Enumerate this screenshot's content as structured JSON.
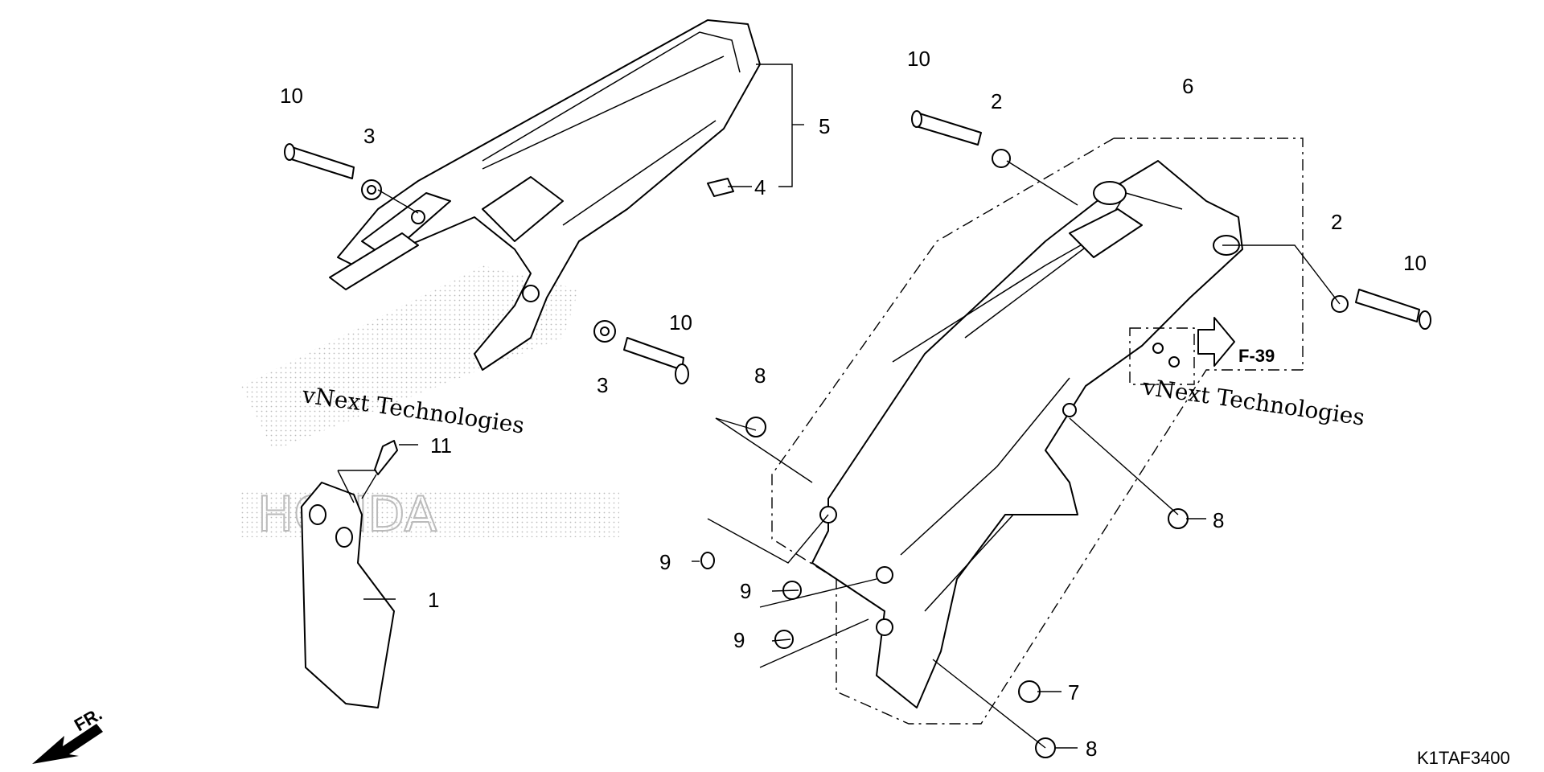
{
  "callouts": {
    "c1": "1",
    "c2a": "2",
    "c2b": "2",
    "c3a": "3",
    "c3b": "3",
    "c4": "4",
    "c5": "5",
    "c6": "6",
    "c7": "7",
    "c8a": "8",
    "c8b": "8",
    "c8c": "8",
    "c9a": "9",
    "c9b": "9",
    "c9c": "9",
    "c10a": "10",
    "c10b": "10",
    "c10c": "10",
    "c10d": "10",
    "c11": "11"
  },
  "reference": "F-39",
  "direction": "FR.",
  "diagram_code": "K1TAF3400",
  "watermark": {
    "line1": "vNext Technologies",
    "line2": "vNext Technologies",
    "brand": "HONDA"
  }
}
